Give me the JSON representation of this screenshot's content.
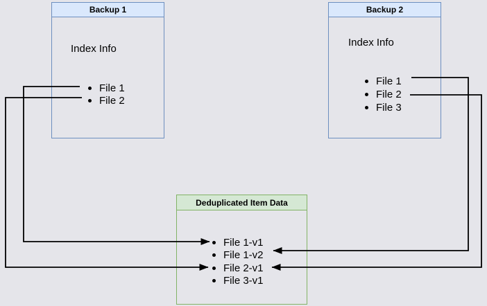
{
  "diagram": {
    "background_color": "#e5e5ea",
    "connector_color": "#000000"
  },
  "boxes": {
    "backup1": {
      "title": "Backup 1",
      "subtitle": "Index Info",
      "items": [
        "File 1",
        "File 2"
      ],
      "title_bg": "#dae8fc",
      "border_color": "#6c8ebf"
    },
    "backup2": {
      "title": "Backup 2",
      "subtitle": "Index Info",
      "items": [
        "File 1",
        "File 2",
        "File 3"
      ],
      "title_bg": "#dae8fc",
      "border_color": "#6c8ebf"
    },
    "dedup": {
      "title": "Deduplicated Item Data",
      "items": [
        "File 1-v1",
        "File 1-v2",
        "File 2-v1",
        "File 3-v1"
      ],
      "title_bg": "#d5e8d4",
      "border_color": "#82b366"
    }
  },
  "connections": [
    {
      "from": "Backup 1 / File 1",
      "to": "Deduplicated Item Data / File 1-v1"
    },
    {
      "from": "Backup 1 / File 2",
      "to": "Deduplicated Item Data / File 2-v1"
    },
    {
      "from": "Backup 2 / File 1",
      "to": "Deduplicated Item Data / File 1-v2"
    },
    {
      "from": "Backup 2 / File 2",
      "to": "Deduplicated Item Data / File 2-v1"
    }
  ]
}
